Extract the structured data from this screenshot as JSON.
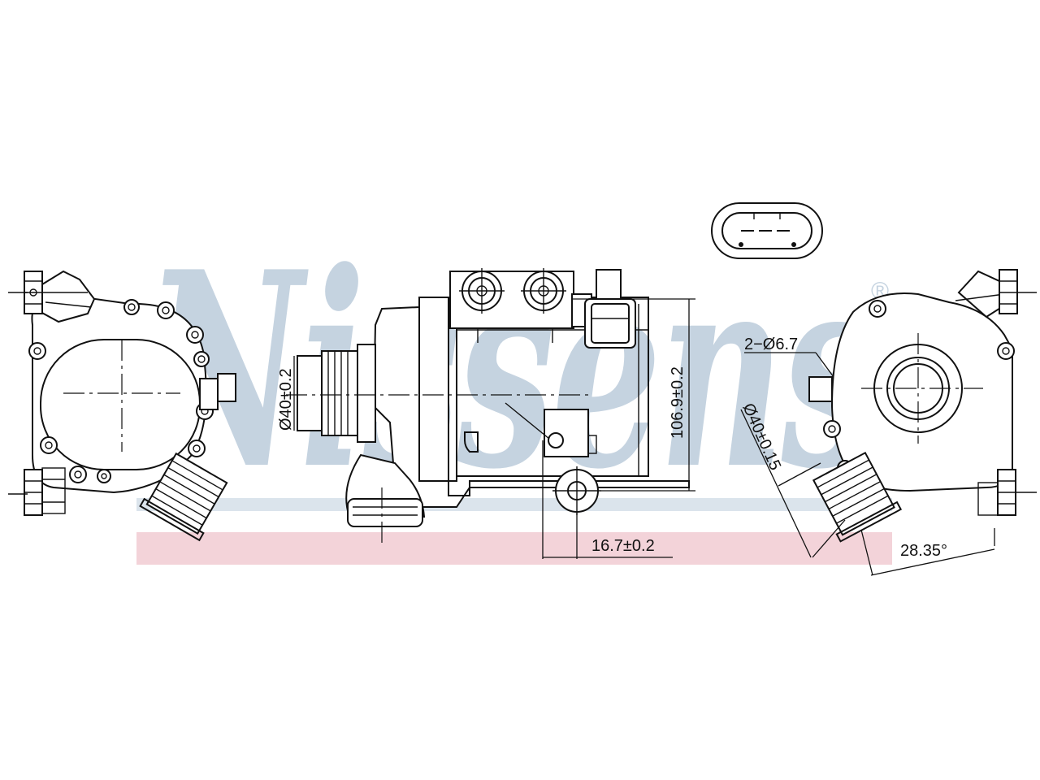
{
  "watermark": {
    "text": "Nissens",
    "registered": "®",
    "color": "#c5d3e0",
    "stripe_color": "#f3d3d9"
  },
  "dimensions": {
    "inlet_diameter": "Ø40±0.2",
    "height": "106.9±0.2",
    "offset": "16.7±0.2",
    "holes": "2−Ø6.7",
    "outlet_diameter": "Ø40±0.15",
    "angle": "28.35°"
  },
  "colors": {
    "line": "#111111",
    "background": "#ffffff"
  }
}
